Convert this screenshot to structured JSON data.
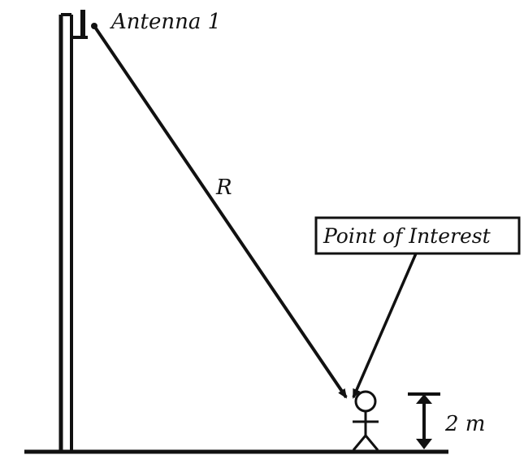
{
  "labels": {
    "antenna": "Antenna 1",
    "distance": "R",
    "point_of_interest": "Point of Interest",
    "height": "2 m"
  },
  "colors": {
    "ink": "#111111",
    "background": "#ffffff"
  }
}
